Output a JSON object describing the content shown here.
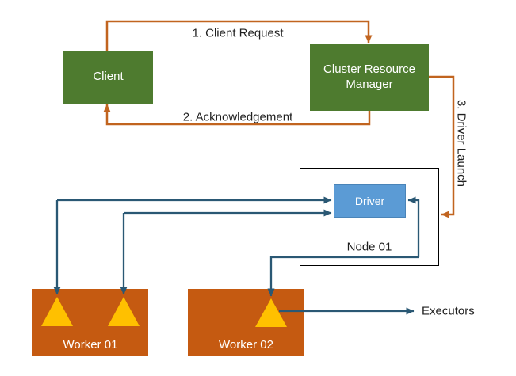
{
  "diagram": {
    "nodes": {
      "client": {
        "label": "Client"
      },
      "cluster_resource_manager": {
        "label": "Cluster Resource Manager"
      },
      "driver": {
        "label": "Driver"
      },
      "node01": {
        "label": "Node 01"
      },
      "worker01": {
        "label": "Worker 01"
      },
      "worker02": {
        "label": "Worker 02"
      }
    },
    "edges": {
      "client_request": {
        "label": "1. Client Request"
      },
      "acknowledgement": {
        "label": "2. Acknowledgement"
      },
      "driver_launch": {
        "label": "3. Driver Launch"
      },
      "executors": {
        "label": "Executors"
      }
    },
    "colors": {
      "green_box": "#4E7B2F",
      "worker_orange_box": "#C55A11",
      "orange_arrow": "#C1641F",
      "driver_blue_box": "#5B9BD5",
      "blue_arrow": "#2A5874",
      "executor_triangle_yellow": "#FFC000",
      "node_border": "#000000",
      "background": "#FFFFFF"
    }
  }
}
